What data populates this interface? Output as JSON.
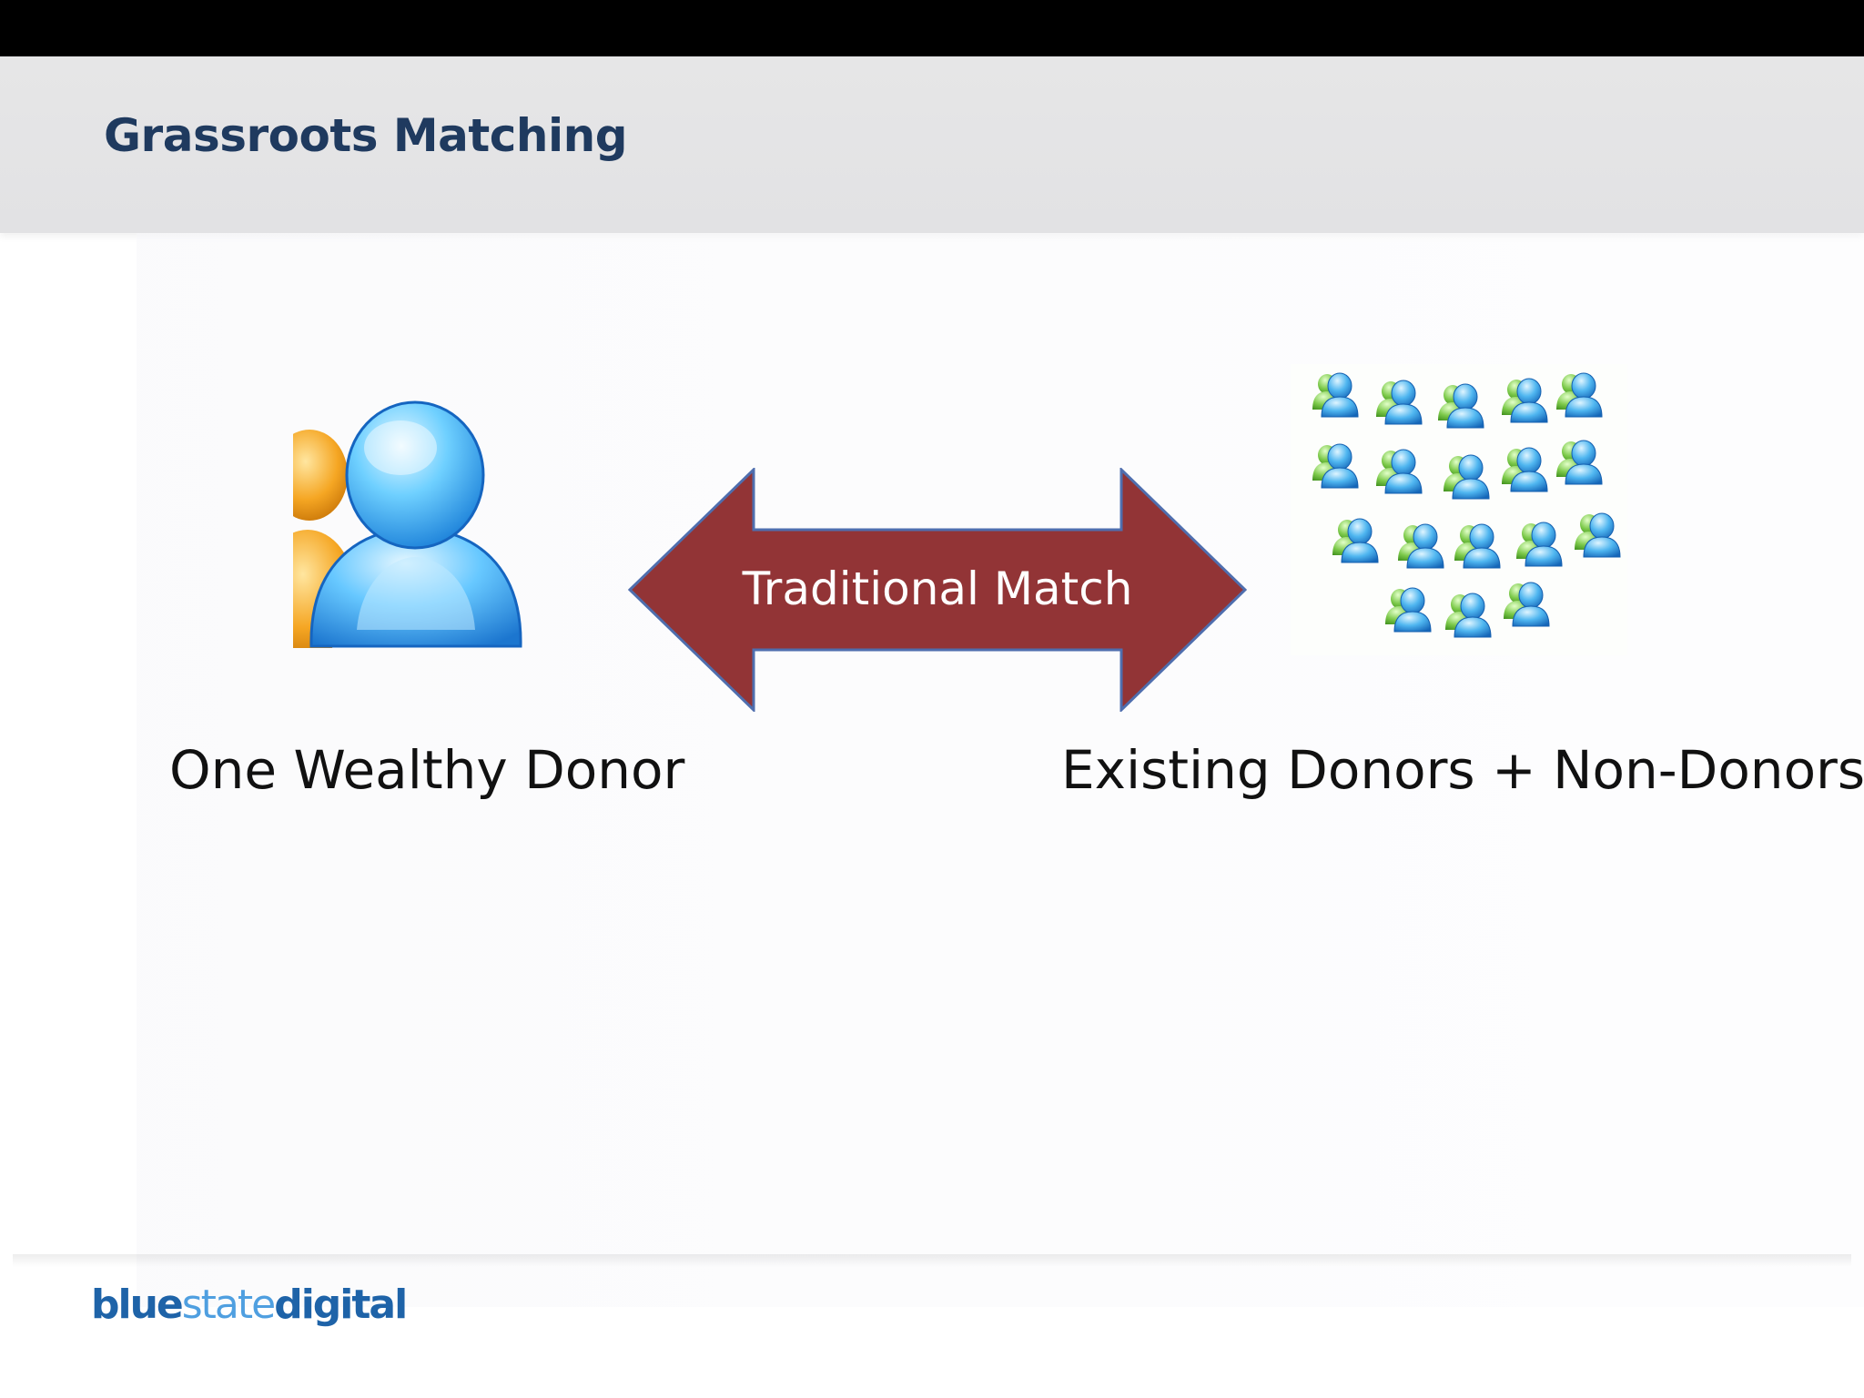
{
  "slide": {
    "title": "Grassroots Matching"
  },
  "diagram": {
    "left": {
      "label": "One Wealthy Donor",
      "icon": "person-icon"
    },
    "connector": {
      "label": "Traditional Match",
      "icon": "double-arrow-icon",
      "fill_color": "#923436",
      "stroke_color": "#4f6eae"
    },
    "right": {
      "label": "Existing Donors + Non-Donors",
      "icon": "people-group-icon"
    }
  },
  "footer": {
    "logo": {
      "word1": "blue",
      "word2": "state",
      "word3": "digital"
    }
  },
  "colors": {
    "title": "#1f3a5f",
    "header_band": "#e4e4e6",
    "logo_dark": "#1e63a8",
    "logo_light": "#4f9fe0"
  }
}
